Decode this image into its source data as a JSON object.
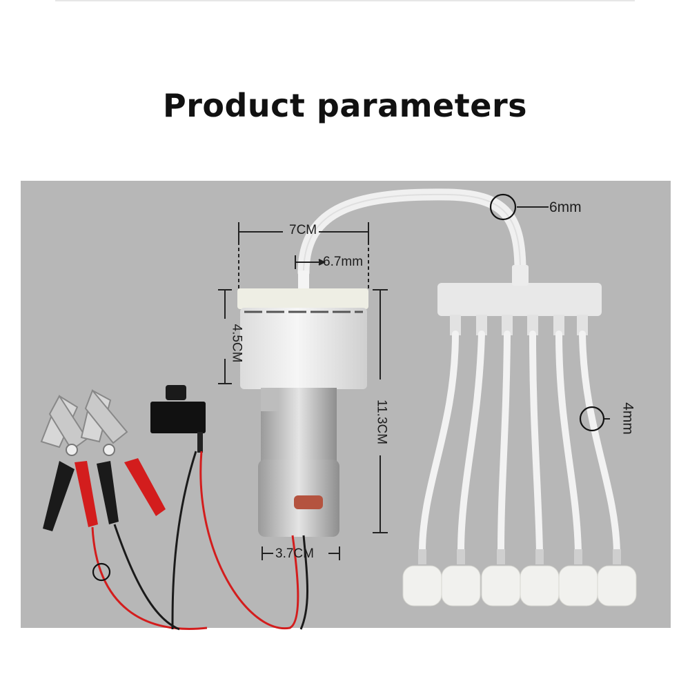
{
  "title": "Product parameters",
  "dimensions": {
    "pump_width": "7CM",
    "outlet_diameter": "6.7mm",
    "head_height": "4.5CM",
    "total_height": "11.3CM",
    "motor_width": "3.7CM",
    "main_tube": "6mm",
    "branch_tube": "4mm"
  },
  "icons": [
    "alligator-clip-icon",
    "switch-icon",
    "air-stone-icon",
    "callout-circle-icon"
  ],
  "colors": {
    "background": "#ffffff",
    "panel": "#b7b7b7",
    "wire_red": "#d31d1d",
    "wire_black": "#1a1a1a",
    "title": "#111111"
  }
}
